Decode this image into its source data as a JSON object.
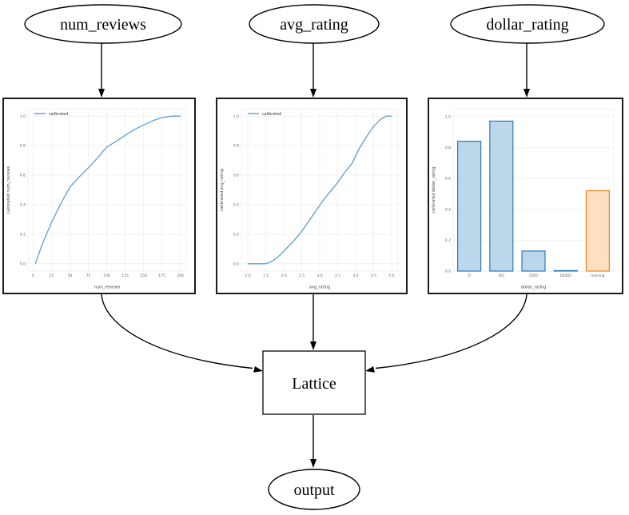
{
  "diagram": {
    "nodes": {
      "num_reviews": "num_reviews",
      "avg_rating": "avg_rating",
      "dollar_rating": "dollar_rating",
      "lattice": "Lattice",
      "output": "output"
    }
  },
  "colors": {
    "line_blue": "#5b9fd3",
    "bar_blue_fill": "#bdd7ea",
    "bar_blue_edge": "#2a7ab9",
    "bar_orange_fill": "#fde0c2",
    "bar_orange_edge": "#f0821e",
    "grid": "#ededed",
    "tick_text": "#666666",
    "axis_text": "#444444",
    "edge_black": "#000000"
  },
  "chart_data": [
    {
      "type": "line",
      "title": "",
      "xlabel": "num_reviews",
      "ylabel": "calibrated num_reviews",
      "legend": [
        "calibrated"
      ],
      "legend_position": "upper left",
      "grid": true,
      "xticks": [
        0,
        25,
        50,
        75,
        100,
        125,
        150,
        175,
        200
      ],
      "xtick_decimals": 0,
      "yticks": [
        0.0,
        0.2,
        0.4,
        0.6,
        0.8,
        1.0
      ],
      "xlim": [
        -7,
        208
      ],
      "ylim": [
        -0.05,
        1.05
      ],
      "x": [
        3,
        13,
        25,
        38,
        50,
        63,
        75,
        88,
        100,
        113,
        125,
        138,
        150,
        163,
        175,
        188,
        200
      ],
      "y": [
        0.0,
        0.14,
        0.28,
        0.41,
        0.52,
        0.59,
        0.65,
        0.72,
        0.79,
        0.83,
        0.87,
        0.91,
        0.94,
        0.97,
        0.99,
        1.0,
        1.0
      ]
    },
    {
      "type": "line",
      "title": "",
      "xlabel": "avg_rating",
      "ylabel": "calibrated avg_rating",
      "legend": [
        "calibrated"
      ],
      "legend_position": "upper left",
      "grid": true,
      "xticks": [
        1.0,
        1.5,
        2.0,
        2.5,
        3.0,
        3.5,
        4.0,
        4.5,
        5.0
      ],
      "xtick_decimals": 1,
      "yticks": [
        0.0,
        0.2,
        0.4,
        0.6,
        0.8,
        1.0
      ],
      "xlim": [
        0.82,
        5.18
      ],
      "ylim": [
        -0.05,
        1.05
      ],
      "x": [
        1.0,
        1.25,
        1.5,
        1.7,
        1.9,
        2.1,
        2.3,
        2.5,
        2.7,
        2.9,
        3.1,
        3.3,
        3.5,
        3.7,
        3.9,
        4.1,
        4.3,
        4.5,
        4.7,
        4.85,
        5.0
      ],
      "y": [
        0.0,
        0.0,
        0.0,
        0.02,
        0.06,
        0.11,
        0.16,
        0.22,
        0.29,
        0.36,
        0.43,
        0.49,
        0.55,
        0.62,
        0.68,
        0.78,
        0.86,
        0.93,
        0.98,
        1.0,
        1.0
      ]
    },
    {
      "type": "bar",
      "title": "",
      "xlabel": "dollar_rating",
      "ylabel": "calibrated dollar_rating",
      "grid": true,
      "categories": [
        "D",
        "DD",
        "DDD",
        "DDDD",
        "missing"
      ],
      "values": [
        0.84,
        0.97,
        0.13,
        0.0,
        0.52
      ],
      "bar_fills": [
        "#bdd7ea",
        "#bdd7ea",
        "#bdd7ea",
        "#bdd7ea",
        "#fde0c2"
      ],
      "bar_edges": [
        "#2a7ab9",
        "#2a7ab9",
        "#2a7ab9",
        "#2a7ab9",
        "#f0821e"
      ],
      "yticks": [
        0.0,
        0.2,
        0.4,
        0.6,
        0.8,
        1.0
      ],
      "ylim": [
        0,
        1.05
      ]
    }
  ]
}
